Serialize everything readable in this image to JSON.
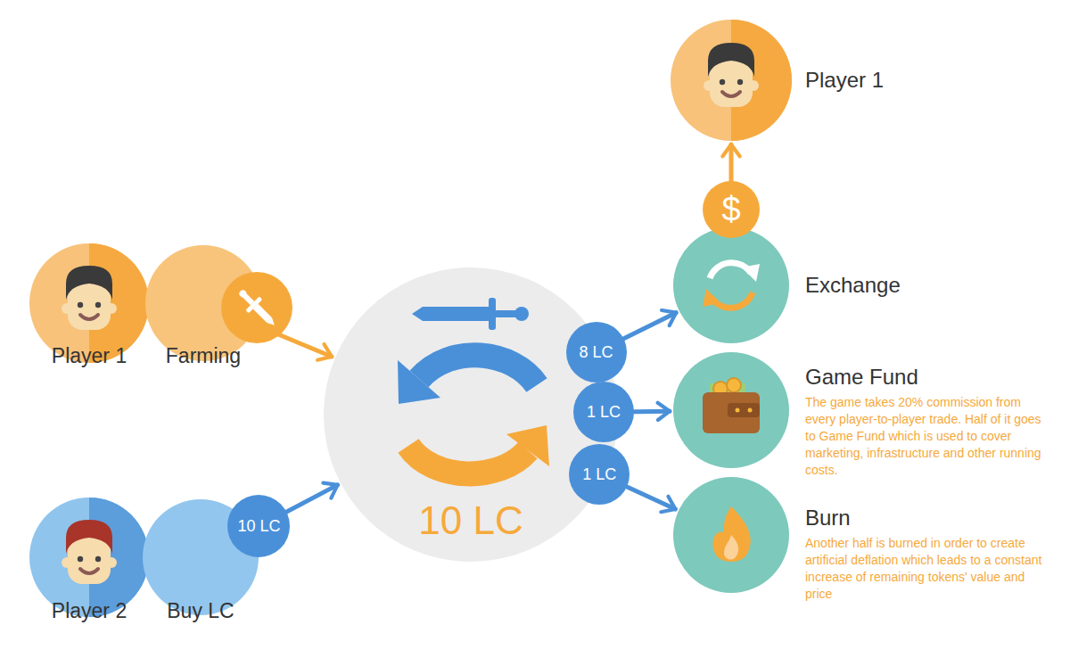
{
  "diagram": {
    "nodes": [
      {
        "text": [
          "Player 1"
        ]
      },
      {
        "text": [
          "Farming"
        ]
      },
      {
        "text": [
          "Player 2"
        ]
      },
      {
        "text": [
          "Buy LC"
        ]
      },
      {
        "text": [
          "10 LC"
        ]
      },
      {
        "text": [
          "Player 1"
        ]
      },
      {
        "text": [
          "Exchange"
        ]
      },
      {
        "text": [
          "Game Fund",
          "The game takes 20% commission from every player-to-player trade. Half of it goes to Game Fund which is used to cover marketing, infrastructure and other running costs."
        ]
      },
      {
        "text": [
          "Burn",
          "Another half is burned in order to create artificial deflation which leads to a constant increase of remaining tokens' value and price"
        ]
      }
    ],
    "edges": [
      {
        "from": 1,
        "to": 4,
        "arrow": "to"
      },
      {
        "from": 3,
        "to": 4,
        "label": "10 LC",
        "arrow": "to"
      },
      {
        "from": 4,
        "to": 6,
        "label": "8 LC",
        "arrow": "to"
      },
      {
        "from": 4,
        "to": 7,
        "label": "1 LC",
        "arrow": "to"
      },
      {
        "from": 4,
        "to": 8,
        "label": "1 LC",
        "arrow": "to"
      },
      {
        "from": 6,
        "to": 5,
        "label": "$",
        "arrow": "to"
      }
    ]
  }
}
